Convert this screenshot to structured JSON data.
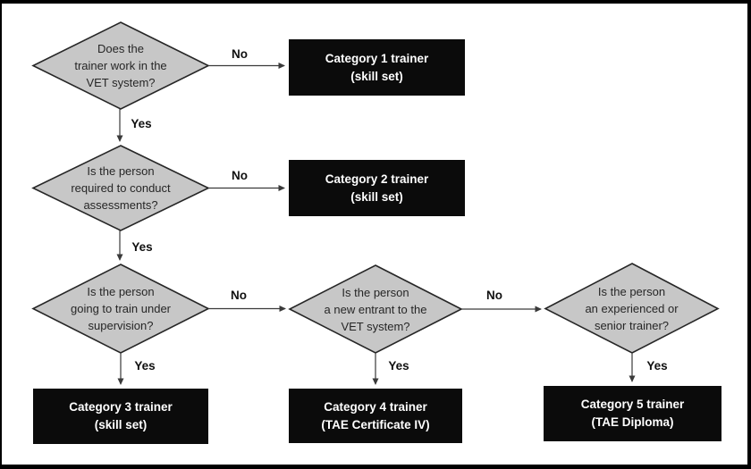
{
  "colors": {
    "background": "#ffffff",
    "frame_border": "#000000",
    "diamond_fill": "#c7c7c7",
    "diamond_stroke": "#262626",
    "diamond_text": "#262626",
    "outcome_fill": "#0b0b0b",
    "outcome_text": "#ffffff",
    "connector": "#3a3a3a",
    "label_text": "#111111"
  },
  "decisions": [
    {
      "lines": [
        "Does the",
        "trainer work in the",
        "VET system?"
      ]
    },
    {
      "lines": [
        "Is the person",
        "required to conduct",
        "assessments?"
      ]
    },
    {
      "lines": [
        "Is the person",
        "going to train under",
        "supervision?"
      ]
    },
    {
      "lines": [
        "Is the person",
        "a new entrant to the",
        "VET system?"
      ]
    },
    {
      "lines": [
        "Is the person",
        "an experienced or",
        "senior trainer?"
      ]
    }
  ],
  "outcomes": [
    {
      "lines": [
        "Category 1 trainer",
        "(skill set)"
      ]
    },
    {
      "lines": [
        "Category 2 trainer",
        "(skill set)"
      ]
    },
    {
      "lines": [
        "Category 3 trainer",
        "(skill set)"
      ]
    },
    {
      "lines": [
        "Category 4 trainer",
        "(TAE Certificate IV)"
      ]
    },
    {
      "lines": [
        "Category 5 trainer",
        "(TAE Diploma)"
      ]
    }
  ],
  "edge_labels": {
    "decision1_no": "No",
    "decision1_yes": "Yes",
    "decision2_no": "No",
    "decision2_yes": "Yes",
    "decision3_no": "No",
    "decision3_yes": "Yes",
    "decision4_no": "No",
    "decision4_yes": "Yes",
    "decision5_yes": "Yes"
  }
}
